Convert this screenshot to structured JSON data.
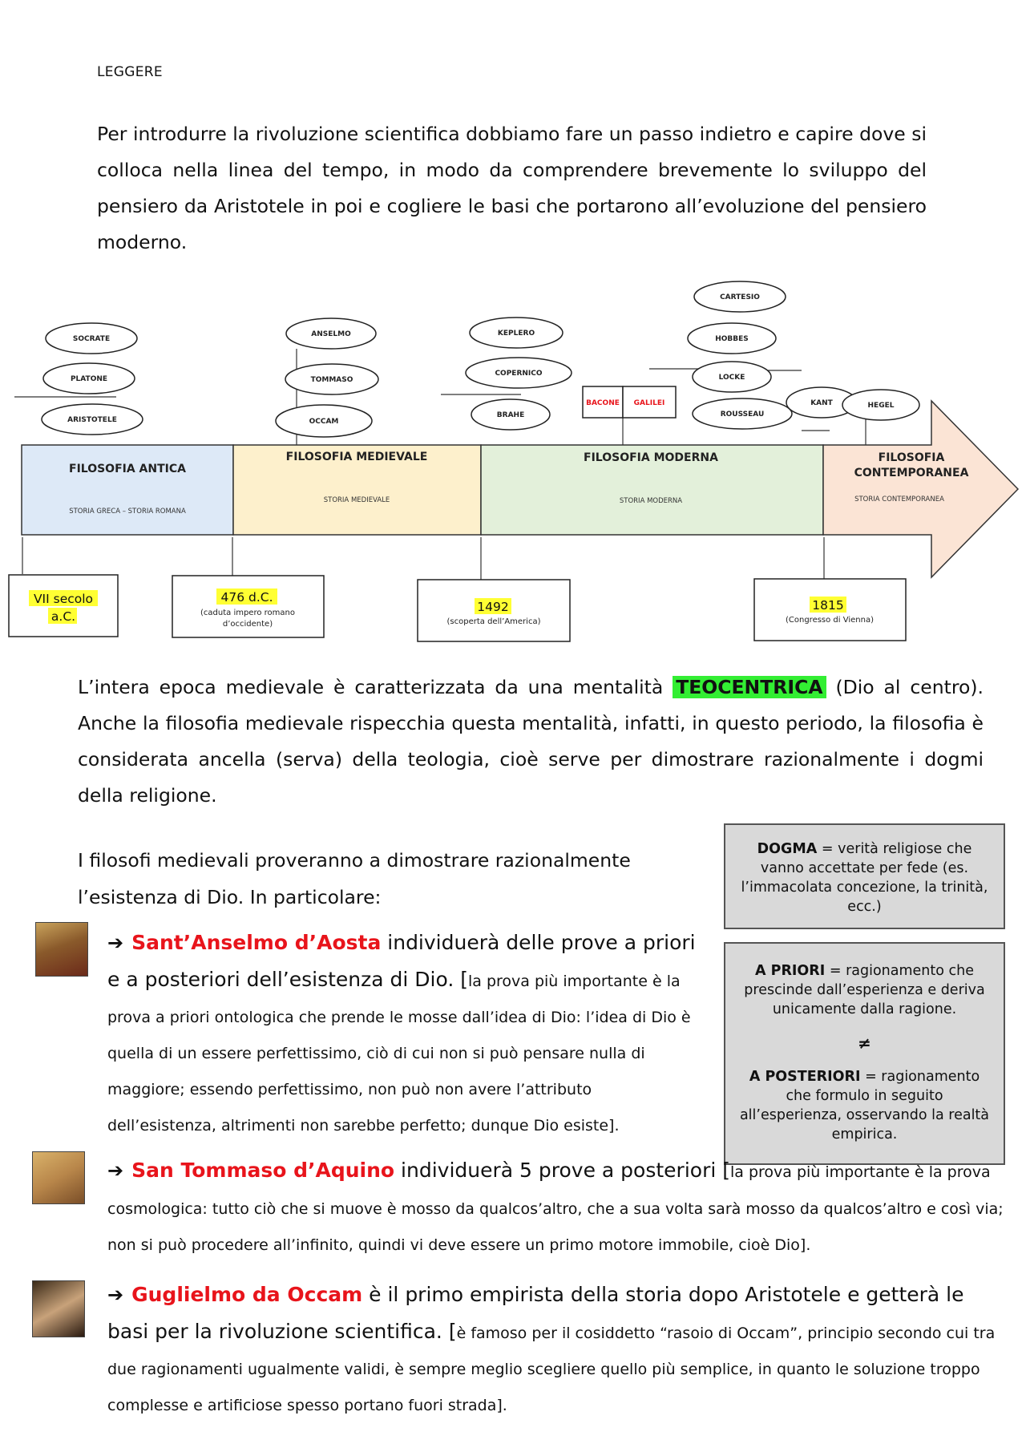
{
  "heading": "LEGGERE",
  "intro": "Per introdurre la rivoluzione scientifica dobbiamo fare un passo indietro e capire dove si colloca nella linea del tempo, in modo da comprendere brevemente lo sviluppo del pensiero da Aristotele in poi e cogliere le basi che portarono all’evoluzione del pensiero moderno.",
  "timeline": {
    "periods": [
      {
        "title": "FILOSOFIA ANTICA",
        "sub": "STORIA GRECA – STORIA ROMANA",
        "color": "#dde9f7"
      },
      {
        "title": "FILOSOFIA MEDIEVALE",
        "sub": "STORIA MEDIEVALE",
        "color": "#fdf0cc"
      },
      {
        "title": "FILOSOFIA MODERNA",
        "sub": "STORIA MODERNA",
        "color": "#e3f0da"
      },
      {
        "title_1": "FILOSOFIA",
        "title_2": "CONTEMPORANEA",
        "sub": "STORIA CONTEMPORANEA",
        "color": "#fbe4d5"
      }
    ],
    "philosophers": {
      "socrate": "SOCRATE",
      "platone": "PLATONE",
      "aristotele": "ARISTOTELE",
      "anselmo": "ANSELMO",
      "tommaso": "TOMMASO",
      "occam": "OCCAM",
      "keplero": "KEPLERO",
      "copernico": "COPERNICO",
      "brahe": "BRAHE",
      "bacone": "BACONE",
      "galilei": "GALILEI",
      "cartesio": "CARTESIO",
      "hobbes": "HOBBES",
      "locke": "LOCKE",
      "rousseau": "ROUSSEAU",
      "kant": "KANT",
      "hegel": "HEGEL"
    },
    "dates": [
      {
        "line1": "VII secolo",
        "line2": "a.C.",
        "note": ""
      },
      {
        "line1": "476 d.C.",
        "note1": "(caduta impero romano",
        "note2": "d’occidente)"
      },
      {
        "line1": "1492",
        "note1": "(scoperta dell’America)"
      },
      {
        "line1": "1815",
        "note1": "(Congresso di Vienna)"
      }
    ],
    "highlight_color": "#ffff33",
    "red_color": "#e8141b"
  },
  "para2": {
    "before": "L’intera epoca medievale è caratterizzata da una mentalità",
    "highlight": "TEOCENTRICA",
    "after": "(Dio al centro). Anche la filosofia medievale rispecchia questa mentalità, infatti, in questo periodo, la filosofia è considerata ancella (serva) della teologia, cioè serve per dimostrare razionalmente i dogmi della religione."
  },
  "para3": "I filosofi medievali proveranno a dimostrare razionalmente l’esistenza di Dio. In particolare:",
  "dogma_box": {
    "term": "DOGMA",
    "text": " = verità religiose che vanno accettate per fede (es. l’immacolata concezione, la trinità, ecc.)"
  },
  "priori_box": {
    "term1": "A PRIORI",
    "text1": " = ragionamento che prescinde dall’esperienza e deriva unicamente dalla ragione.",
    "neq": "≠",
    "term2": "A POSTERIORI",
    "text2": " = ragionamento che formulo in seguito all’esperienza, osservando la realtà empirica."
  },
  "entries": [
    {
      "name": "Sant’Anselmo d’Aosta",
      "text": " individuerà delle prove a priori e a posteriori dell’esistenza di Dio. [",
      "small": "la prova più importante è la prova a priori ontologica che prende le mosse dall’idea di Dio: l’idea di Dio è quella di un essere perfettissimo, ciò di cui non si può pensare nulla di maggiore; essendo perfettissimo, non può non avere l’attributo dell’esistenza, altrimenti non sarebbe perfetto; dunque Dio esiste]."
    },
    {
      "name": "San Tommaso d’Aquino",
      "text": " individuerà 5 prove a posteriori [",
      "small": "la prova più importante è la prova cosmologica: tutto ciò che si muove è mosso da qualcos’altro, che a sua volta sarà mosso da qualcos’altro e così via; non si può procedere all’infinito, quindi vi deve essere un primo motore immobile, cioè Dio]."
    },
    {
      "name": "Guglielmo da Occam",
      "text": " è il primo empirista della storia dopo Aristotele e getterà le basi per la rivoluzione scientifica. [",
      "small": "è famoso per il cosiddetto “rasoio di Occam”, principio secondo cui tra due ragionamenti ugualmente validi, è sempre meglio scegliere quello più semplice, in quanto le soluzione troppo complesse e artificiose spesso portano fuori strada]."
    }
  ]
}
